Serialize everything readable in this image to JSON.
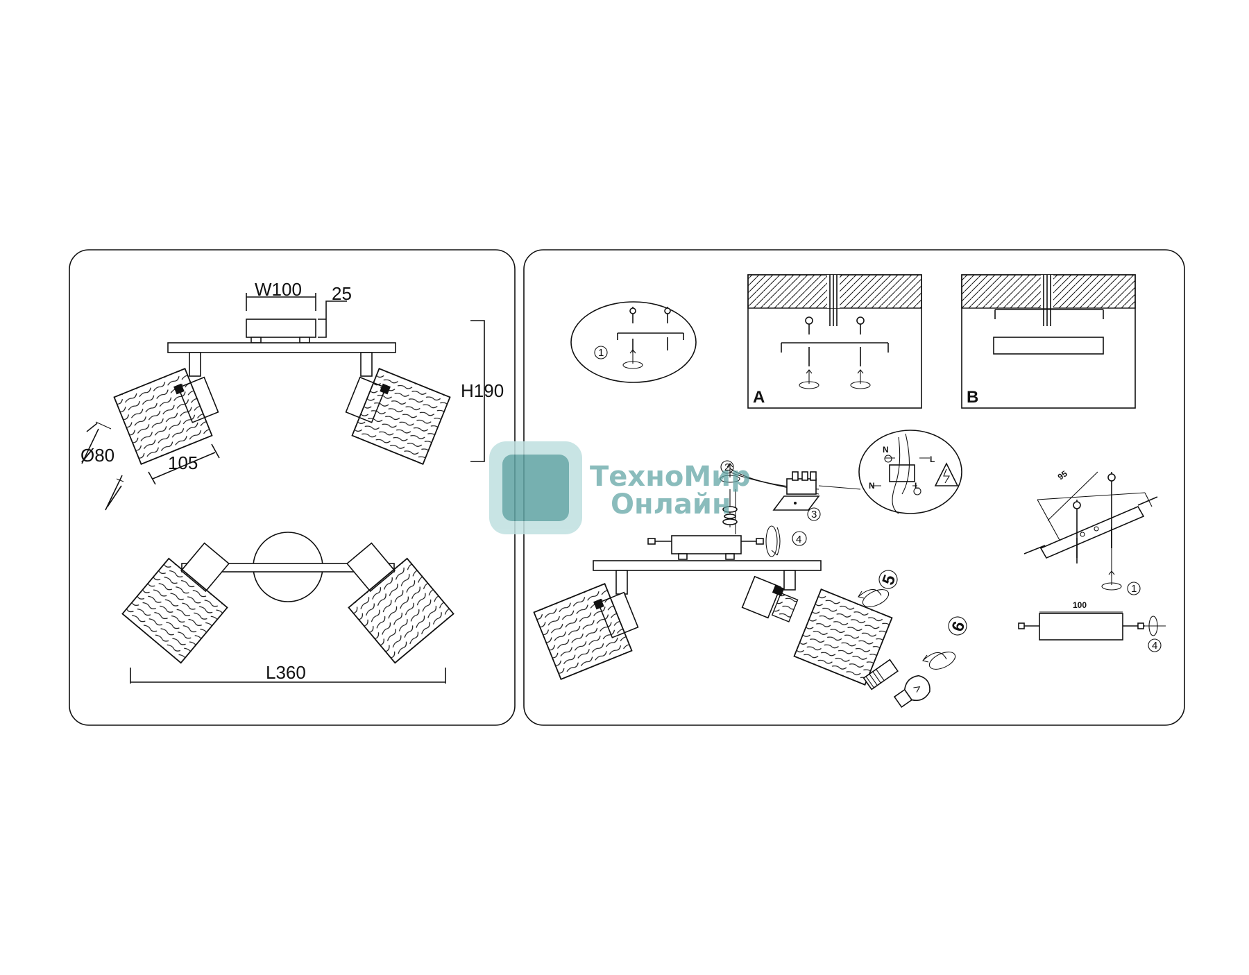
{
  "dimensions": {
    "width": "W100",
    "depth": "25",
    "height": "H190",
    "diameter": "Ø80",
    "shade_length": "105",
    "length": "L360"
  },
  "install": {
    "variant_a": "A",
    "variant_b": "B",
    "step_1": "1",
    "step_2": "2",
    "step_3": "3",
    "step_4": "4",
    "step_5": "5",
    "step_6": "6",
    "wire_n": "N",
    "wire_l": "L",
    "bracket_spacing": "95",
    "canopy_width": "100"
  },
  "watermark": {
    "line1": "ТехноМир",
    "line2": "Онлайн"
  },
  "colors": {
    "ink": "#111111",
    "watermark": "#5fa3a3"
  }
}
